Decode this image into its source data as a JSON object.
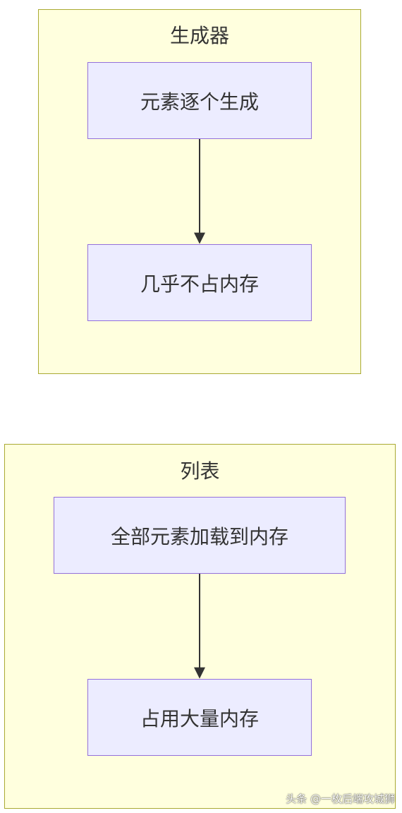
{
  "colors": {
    "cluster_fill": "#ffffde",
    "cluster_border": "#aaaa33",
    "node_fill": "#ececff",
    "node_border": "#9370db",
    "edge": "#333333",
    "text": "#333333"
  },
  "diagram": {
    "clusters": [
      {
        "title": "生成器",
        "nodes": [
          "元素逐个生成",
          "几乎不占内存"
        ],
        "edge": {
          "from": "元素逐个生成",
          "to": "几乎不占内存"
        }
      },
      {
        "title": "列表",
        "nodes": [
          "全部元素加载到内存",
          "占用大量内存"
        ],
        "edge": {
          "from": "全部元素加载到内存",
          "to": "占用大量内存"
        }
      }
    ]
  },
  "watermark": "头条 @一枚后端攻城狮"
}
